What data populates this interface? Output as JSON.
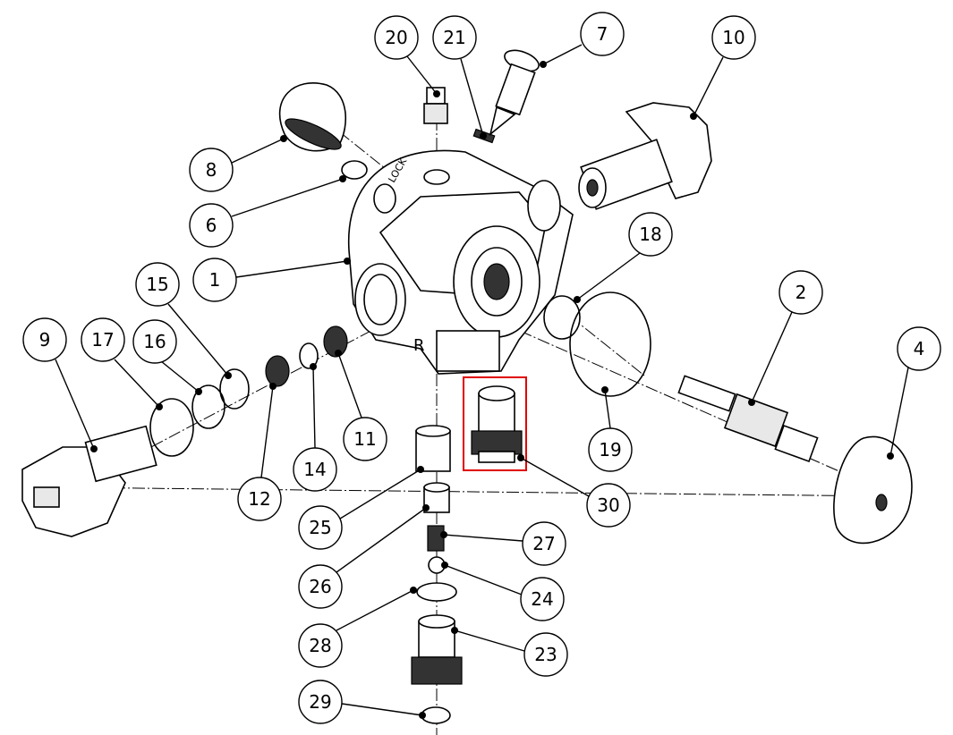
{
  "diagram": {
    "type": "exploded-parts-view",
    "body_engravings": {
      "lock": "LOCK",
      "right": "R"
    },
    "highlight_color": "#e00000",
    "highlighted_part": "30",
    "callouts": {
      "c1": "1",
      "c2": "2",
      "c4": "4",
      "c6": "6",
      "c7": "7",
      "c8": "8",
      "c9": "9",
      "c10": "10",
      "c11": "11",
      "c12": "12",
      "c14": "14",
      "c15": "15",
      "c16": "16",
      "c17": "17",
      "c18": "18",
      "c19": "19",
      "c20": "20",
      "c21": "21",
      "c23": "23",
      "c24": "24",
      "c25": "25",
      "c26": "26",
      "c27": "27",
      "c28": "28",
      "c29": "29",
      "c30": "30"
    }
  }
}
